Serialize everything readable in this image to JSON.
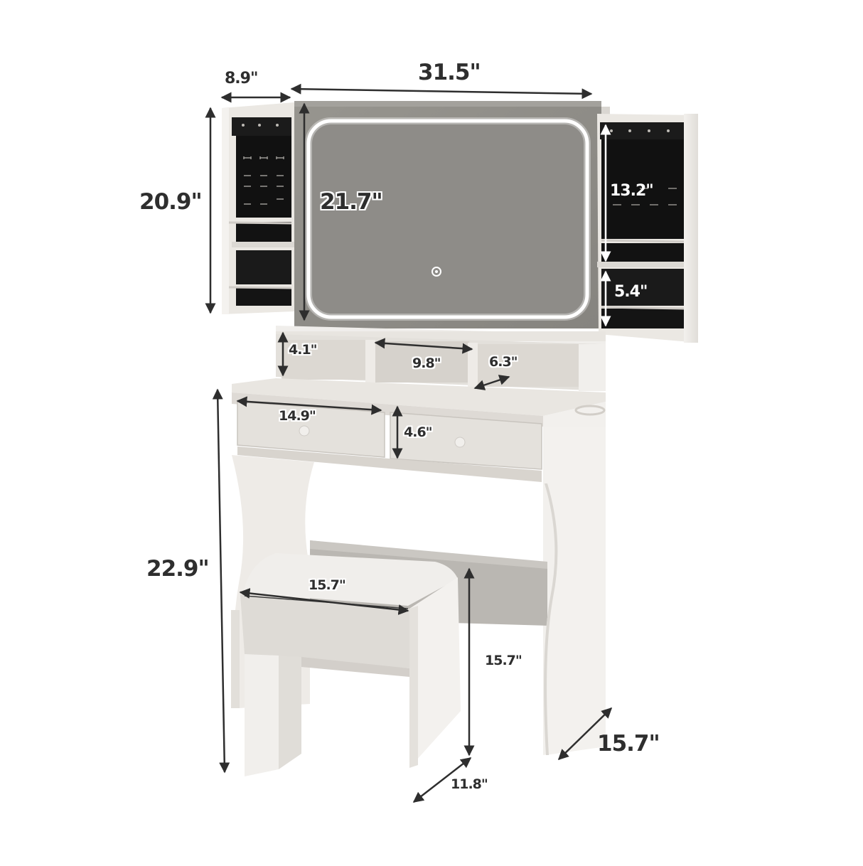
{
  "product": {
    "name": "Vanity desk with LED mirror, side jewelry cabinets and stool",
    "colors": {
      "body": "#ece9e4",
      "mirror": "#8d8b87",
      "cabinet_interior": "#141414",
      "led_ring": "#ffffff",
      "dimension_text": "#2e2e2e"
    }
  },
  "dimensions": {
    "side_cabinet_width": "8.9\"",
    "overall_width": "31.5\"",
    "side_cabinet_height": "20.9\"",
    "mirror_height": "21.7\"",
    "jewelry_upper_height": "13.2\"",
    "jewelry_lower_height": "5.4\"",
    "shelf_height": "4.1\"",
    "shelf_width": "9.8\"",
    "shelf_depth": "6.3\"",
    "drawer_width": "14.9\"",
    "drawer_height": "4.6\"",
    "desk_height": "22.9\"",
    "stool_width": "15.7\"",
    "stool_height": "15.7\"",
    "stool_depth": "11.8\"",
    "desk_depth": "15.7\""
  },
  "icons": {
    "mirror_touch_button": "touch-switch-icon"
  }
}
